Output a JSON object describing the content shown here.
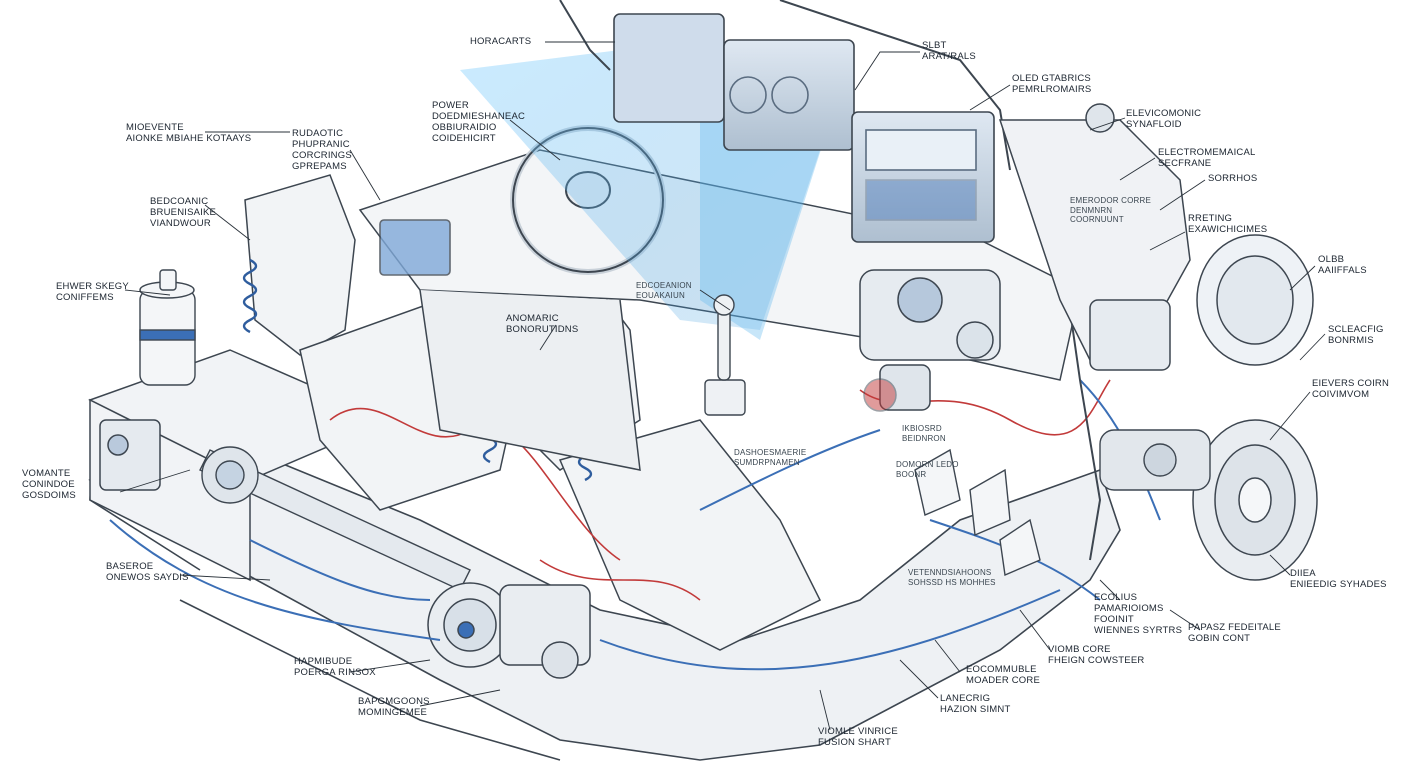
{
  "callouts": {
    "horacarts": [
      "HORACARTS"
    ],
    "slbt": [
      "SLBT",
      "ARAT/RALS"
    ],
    "oled_gtabrics": [
      "OLED GTABRICS",
      "PEMRLROMAIRS"
    ],
    "elecomonic": [
      "ELEVICOMONIC",
      "SYNAFLOID"
    ],
    "electromeaical": [
      "ELECTROMEMAICAL",
      "SECFRANE"
    ],
    "sorrhos": [
      "SORRHOS"
    ],
    "small_right": [
      "Emerodor corre",
      "Denmnrn",
      "Coornuunt"
    ],
    "rreting": [
      "RRETING",
      "EXAWICHICIMES"
    ],
    "olbb": [
      "OLBB",
      "AAIIFFALS"
    ],
    "scleacfig": [
      "SCLEACFIG",
      "BONRMIS"
    ],
    "eievers": [
      "EIEVERS COIRN",
      "COIVIMVOM"
    ],
    "diiea": [
      "DIIEA",
      "ENIEEDIG SYHADES"
    ],
    "parasz": [
      "PAPASZ FEDEITALE",
      "GOBIN CONT"
    ],
    "eodulius": [
      "ECOLIUS",
      "PAMARIOIOMS",
      "FOOINIT",
      "WIENNES SYRTRS"
    ],
    "viomb_core": [
      "VIOMB CORE",
      "FHEIGN COWSTEER"
    ],
    "eocommuble": [
      "EOCOMMUBLE",
      "MOADER CORE"
    ],
    "lanecrig": [
      "LANECRIG",
      "HAZION SIMNT"
    ],
    "viomle_vinrice": [
      "VIOMLE VINRICE",
      "FUSION SHART"
    ],
    "bapgmgoons": [
      "BAPGMGOONS",
      "MOMINGEMEE"
    ],
    "hapmibude": [
      "HAPMIBUDE",
      "POERGA RINSOX"
    ],
    "baseroe": [
      "BASEROE",
      "ONEWOS SAYDIS"
    ],
    "vomante": [
      "VOMANTE",
      "CONINDOE",
      "GOSDOIMS"
    ],
    "ehwer": [
      "EHWER SKEGY",
      "CONIFFEMS"
    ],
    "bedcoanic": [
      "BEDCOANIC",
      "BRUENISAIKE",
      "VIANDWOUR"
    ],
    "mioevente": [
      "MIOEVENTE",
      "AIONKE MBIAHE KOTAAYS"
    ],
    "rudanic": [
      "RUDAOTIC",
      "PHUPRANIC",
      "CORCRINGS",
      "GPREPAMS"
    ],
    "power": [
      "POWER",
      "DOEDMIESHANEAC",
      "OBBIURAIDIO",
      "COIDEHICIRT"
    ],
    "abomaric": [
      "ANOMARIC",
      "BONORUTIDNS"
    ],
    "edcoeanion": [
      "EDCOEANION",
      "EOUAKAIUN"
    ],
    "small_mid": [
      "Ikbiosrd",
      "BEIDNRON"
    ],
    "dashed_mid": [
      "DASHOESMAERIE",
      "SUMDRPNAMEN"
    ],
    "domcro": [
      "Domorn ledo",
      "Boonr"
    ],
    "floor_note": [
      "Vetenndsiahoons",
      "SOHSSD HS MOHHES"
    ]
  },
  "colors": {
    "line": "#3d4650",
    "body_fill": "#eef1f4",
    "accent_blue": "#3b6fb6",
    "wire_red": "#c23a3a",
    "hologram": "#5fb8ee"
  }
}
